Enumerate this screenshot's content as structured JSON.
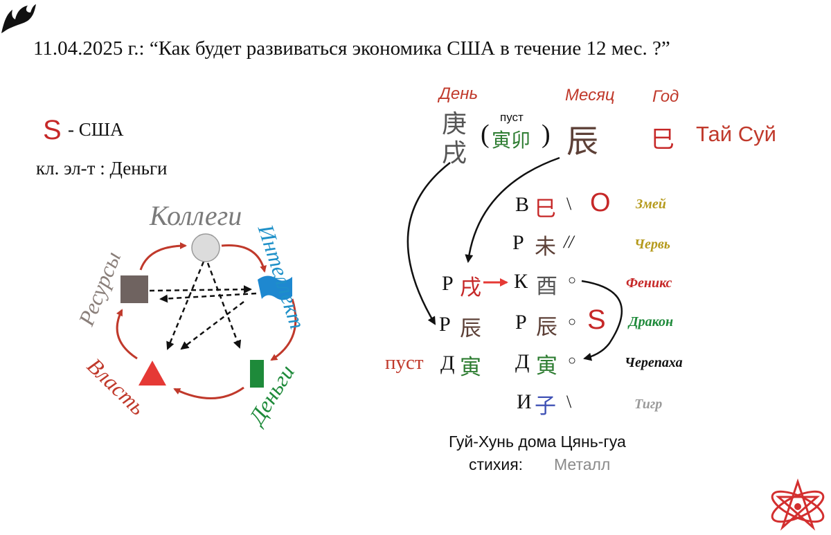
{
  "title": "11.04.2025 г.: “Как будет развиваться экономика США в течение 12 мес. ?”",
  "subject": {
    "symbol": "S",
    "label": "- США"
  },
  "key_element": "кл. эл-т : Деньги",
  "cycle": {
    "labels": {
      "colleagues": "Коллеги",
      "intellect": "Интеллект",
      "money": "Деньги",
      "power": "Власть",
      "resources": "Ресурсы"
    },
    "colors": {
      "colleagues": "#7a7a7a",
      "intellect": "#1e90c8",
      "money": "#1e8a3a",
      "power": "#c0392b",
      "resources": "#8a7f7a",
      "generation_arrow": "#c0392b"
    }
  },
  "pillars": {
    "day": {
      "header": "День",
      "stem": "庚",
      "branch": "戌"
    },
    "empty": {
      "label": "пуст",
      "open": "(",
      "branches": "寅卯",
      "close": ")"
    },
    "month": {
      "header": "Месяц",
      "branch": "辰"
    },
    "year": {
      "header": "Год",
      "branch": "巳"
    },
    "tai_sui": "Тай Суй"
  },
  "spirits": [
    {
      "rel": "В",
      "branch": "巳",
      "marks": "\\",
      "extra": "O",
      "beast": "Змей",
      "color": "#b59a1c"
    },
    {
      "rel": "Р",
      "branch": "未",
      "marks": "//",
      "extra": "",
      "beast": "Червь",
      "color": "#b59a1c"
    },
    {
      "rel": "К",
      "branch": "酉",
      "marks": "○",
      "extra": "",
      "beast": "Феникс",
      "color": "#c62828"
    },
    {
      "rel": "Р",
      "branch": "辰",
      "marks": "○",
      "extra": "S",
      "beast": "Дракон",
      "color": "#1e8a3a"
    },
    {
      "rel": "Д",
      "branch": "寅",
      "marks": "○",
      "extra": "",
      "beast": "Черепаха",
      "color": "#111111"
    },
    {
      "rel": "И",
      "branch": "子",
      "marks": "\\",
      "extra": "",
      "beast": "Тигр",
      "color": "#9a9a9a"
    }
  ],
  "changed": [
    {
      "rel": "Р",
      "branch": "戌"
    },
    {
      "rel": "Р",
      "branch": "辰"
    },
    {
      "rel": "Д",
      "branch": "寅",
      "note": "пуст"
    }
  ],
  "footer": {
    "line1": "Гуй-Хунь дома Цянь-гуа",
    "line2_label": "стихия:",
    "line2_value": "Металл"
  }
}
